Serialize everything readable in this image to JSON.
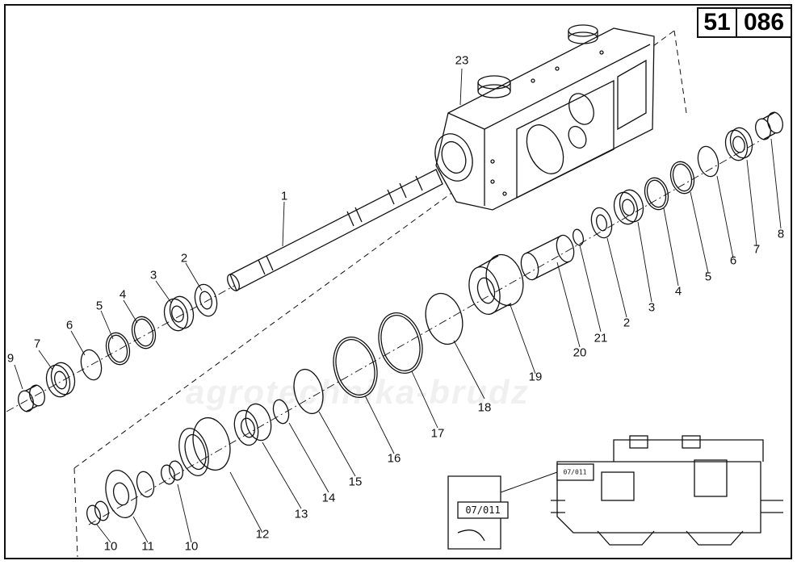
{
  "diagram": {
    "code_left": "51",
    "code_right": "086",
    "watermark": "agrotechnika-brudz",
    "inset_label_big": "07/011",
    "inset_label_small": "07/011"
  },
  "part_labels": [
    "23",
    "1",
    "2",
    "3",
    "4",
    "5",
    "6",
    "7",
    "9",
    "8",
    "21",
    "2",
    "3",
    "4",
    "5",
    "6",
    "7",
    "20",
    "19",
    "18",
    "17",
    "16",
    "15",
    "14",
    "13",
    "12",
    "10",
    "11",
    "10"
  ]
}
